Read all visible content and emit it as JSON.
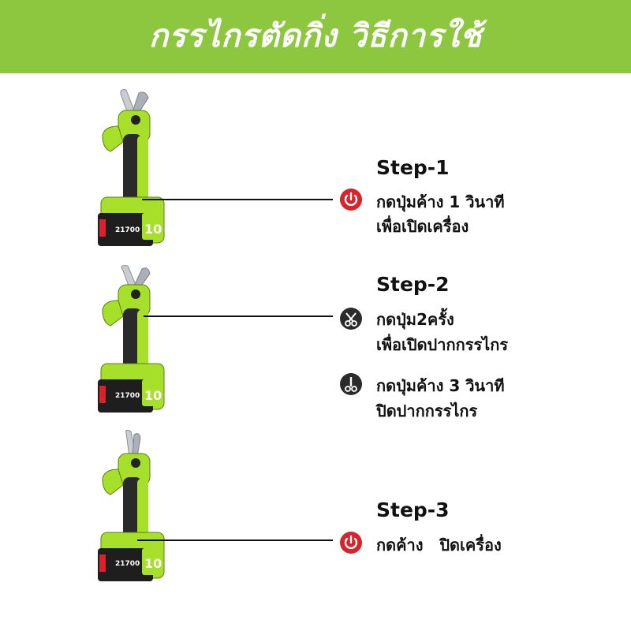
{
  "header": {
    "title": "กรรไกรตัดกิ่ง วิธีการใช้"
  },
  "tool_labels": {
    "model": "21700",
    "capacity": "10"
  },
  "steps": [
    {
      "title": "Step-1",
      "icon": "power-icon",
      "lines": [
        "กดปุ่มค้าง 1 วินาที",
        "เพื่อเปิดเครื่อง"
      ]
    },
    {
      "title": "Step-2",
      "actions": [
        {
          "icon": "scissors-open-icon",
          "lines": [
            "กดปุ่ม2ครั้ง",
            "เพื่อเปิดปากกรรไกร"
          ]
        },
        {
          "icon": "scissors-close-icon",
          "lines": [
            "กดปุ่มค้าง 3 วินาที",
            "ปิดปากกรรไกร"
          ]
        }
      ]
    },
    {
      "title": "Step-3",
      "icon": "power-icon",
      "lines": [
        "กดค้าง   ปิดเครื่อง"
      ]
    }
  ],
  "colors": {
    "brand_green": "#8dc63f",
    "tool_green": "#a6e02a",
    "power_red": "#d8232a",
    "icon_dark": "#2b2b2b"
  }
}
